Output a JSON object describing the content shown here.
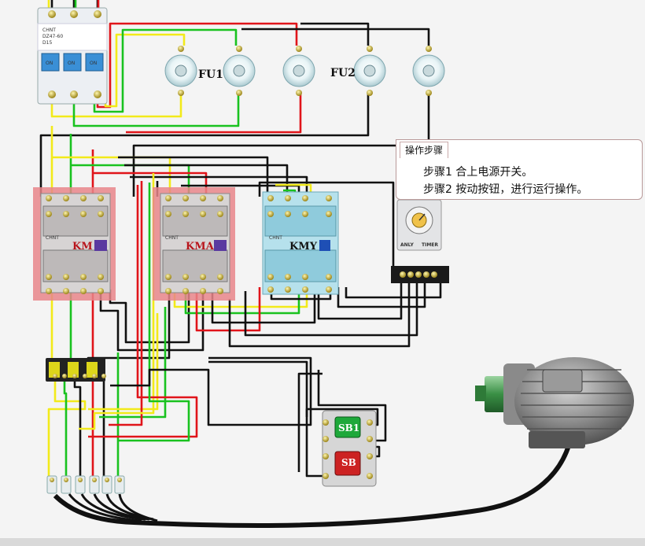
{
  "labels": {
    "fu1": "FU1",
    "fu2": "FU2",
    "km": "KM",
    "kma": "KMA",
    "kmy": "KMY",
    "sb1": "SB1",
    "sb": "SB",
    "breaker_brand": "CHNT",
    "breaker_model": "DZ47-60",
    "breaker_rating": "D15",
    "breaker_on": "ON",
    "contactor_brand": "CHNT",
    "timer_brand": "ANLY",
    "timer_model": "TIMER"
  },
  "steps": {
    "title": "操作步骤",
    "items": [
      "步骤1  合上电源开关。",
      "步骤2  按动按钮，进行运行操作。"
    ]
  },
  "colors": {
    "wire_yellow": "#f2ea1a",
    "wire_green": "#19c21f",
    "wire_red": "#e0141a",
    "wire_black": "#111111",
    "highlight": "#e8858a",
    "sb1_button": "#1ea83a",
    "sb_button": "#cc2222"
  }
}
